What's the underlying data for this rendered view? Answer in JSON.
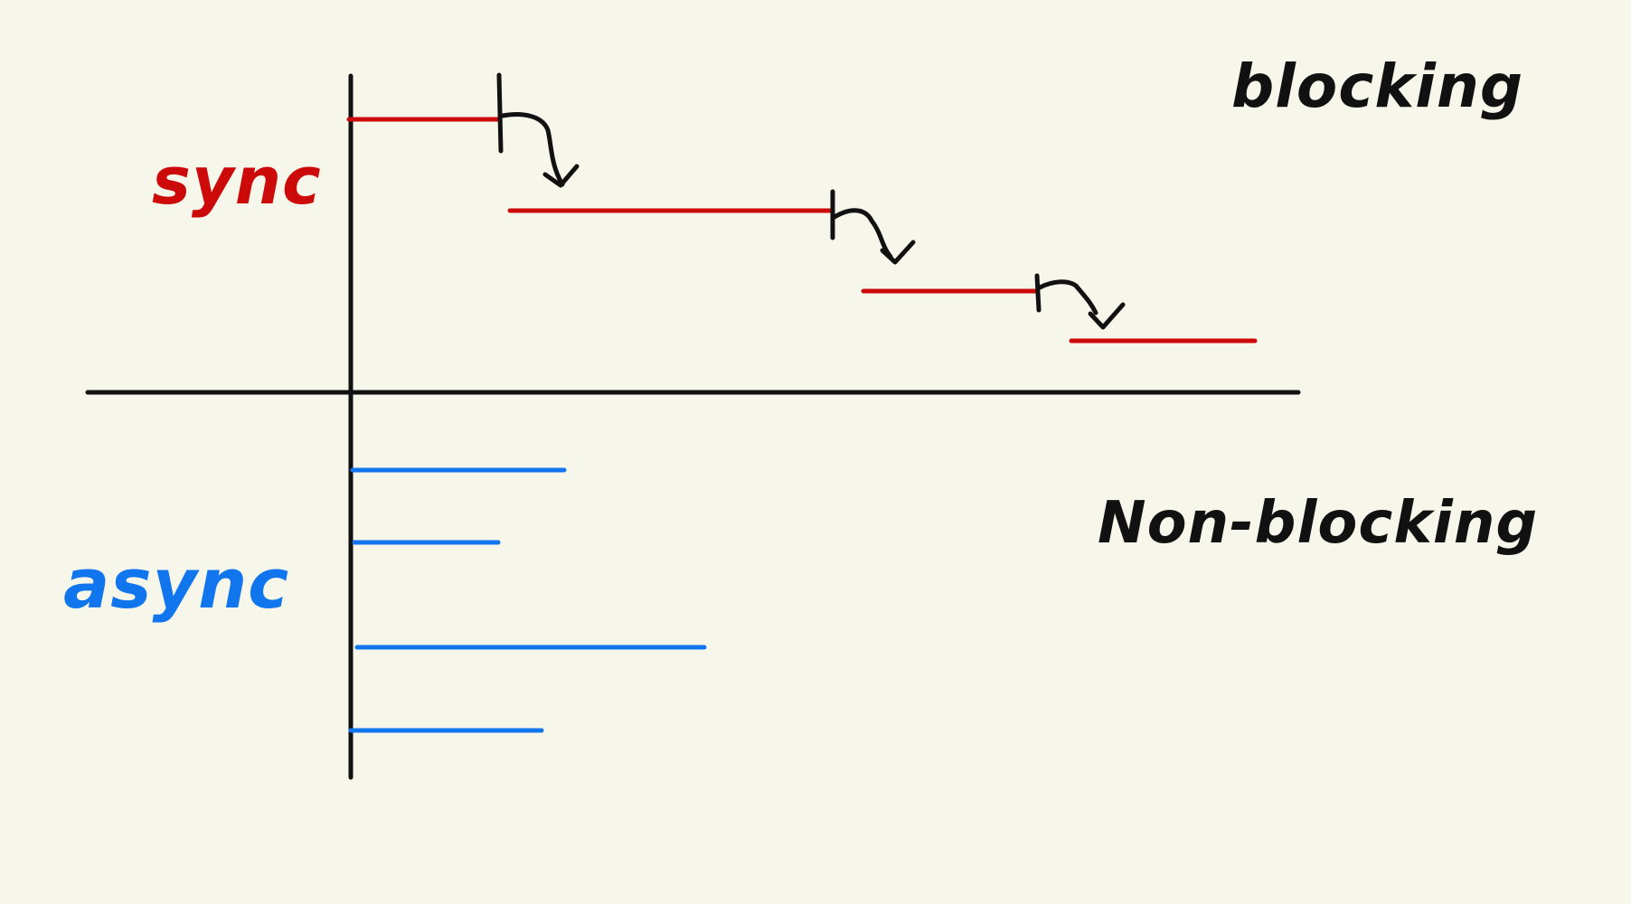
{
  "canvas": {
    "background": "#f7f6ea"
  },
  "colors": {
    "axis": "#111111",
    "sync": "#cc0a0a",
    "async": "#1176ee",
    "arrow": "#111111",
    "text": "#111111"
  },
  "labels": {
    "sync": "sync",
    "async": "async",
    "blocking": "blocking",
    "non_blocking": "Non-blocking"
  },
  "quadrants": {
    "top": {
      "label_left": "sync",
      "label_right": "blocking",
      "segment_count": 4,
      "arrow_count": 3
    },
    "bottom": {
      "label_left": "async",
      "label_right": "Non-blocking",
      "segment_count": 4
    }
  },
  "icons": {
    "handoff_arrow": "curved-down-arrow-icon"
  }
}
